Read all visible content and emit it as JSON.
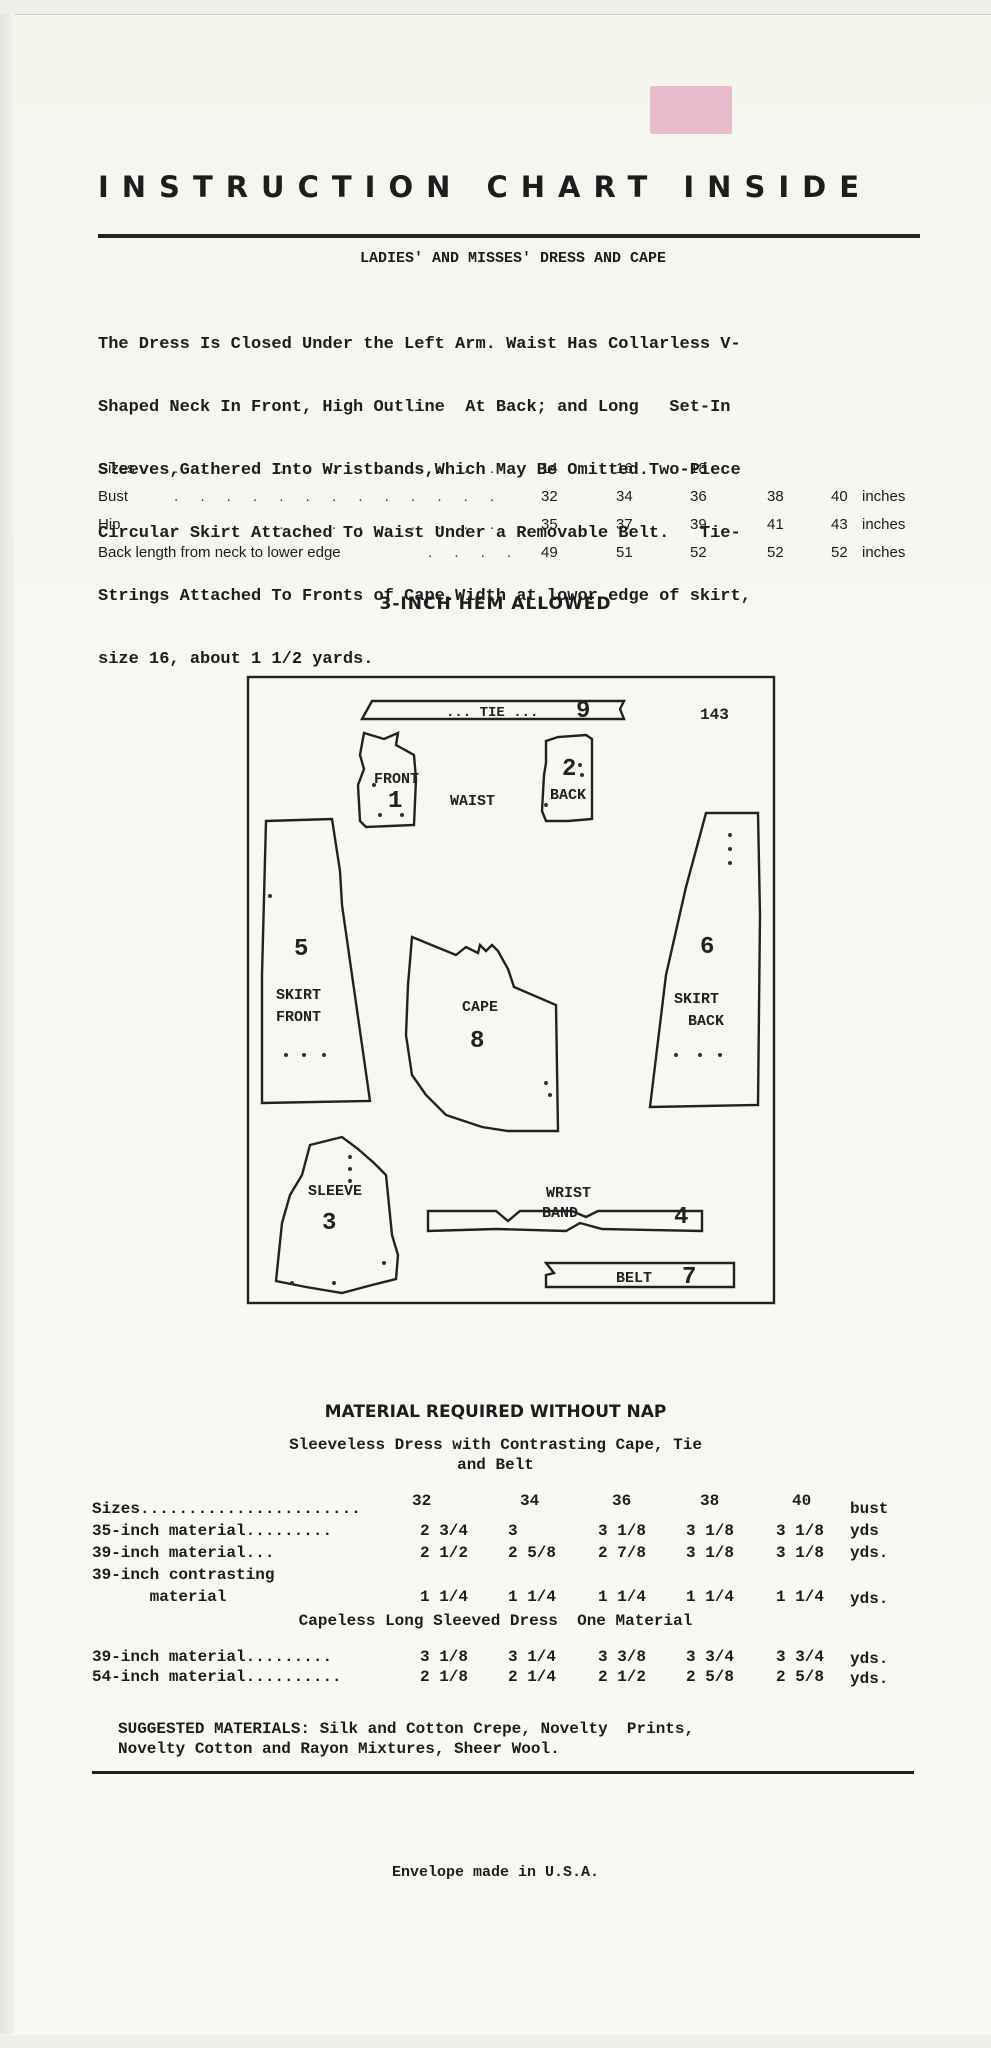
{
  "header": {
    "title": "INSTRUCTION CHART INSIDE",
    "subtitle": "LADIES' AND MISSES' DRESS AND CAPE"
  },
  "description": [
    "The Dress Is Closed Under the Left Arm. Waist Has Collarless V-",
    "Shaped Neck In Front, High Outline  At Back; and Long   Set-In",
    "Sleeves,Gathered Into Wristbands,Which May Be Omitted.Two-Piece",
    "Circular Skirt Attached To Waist Under a Removable Belt.   Tie-",
    "Strings Attached To Fronts of Cape.Width at lowor edge of skirt,",
    "size 16, about 1 1/2 yards."
  ],
  "size_table": {
    "rows": [
      {
        "label": "Sizes",
        "values": [
          "14",
          "16",
          "18",
          "",
          ""
        ],
        "unit": ""
      },
      {
        "label": "Bust",
        "values": [
          "32",
          "34",
          "36",
          "38",
          "40"
        ],
        "unit": "inches"
      },
      {
        "label": "Hip",
        "values": [
          "35",
          "37",
          "39",
          "41",
          "43"
        ],
        "unit": "inches"
      },
      {
        "label": "Back length from neck to lower edge",
        "values": [
          "49",
          "51",
          "52",
          "52",
          "52"
        ],
        "unit": "inches"
      }
    ]
  },
  "hem_note": "3-INCH HEM ALLOWED",
  "pattern": {
    "number": "143",
    "pieces": {
      "tie": "... TIE ...",
      "tie_num": "9",
      "front": "FRONT",
      "front_num": "1",
      "waist": "WAIST",
      "back_num": "2",
      "back": "BACK",
      "skirt_front_num": "5",
      "skirt_front_1": "SKIRT",
      "skirt_front_2": "FRONT",
      "cape": "CAPE",
      "cape_num": "8",
      "skirt_back_num": "6",
      "skirt_back_1": "SKIRT",
      "skirt_back_2": "BACK",
      "sleeve": "SLEEVE",
      "sleeve_num": "3",
      "wrist_1": "WRIST",
      "wrist_2": "BAND",
      "wrist_num": "4",
      "belt": "BELT",
      "belt_num": "7"
    }
  },
  "materials": {
    "heading": "MATERIAL REQUIRED WITHOUT NAP",
    "section1_title_1": "Sleeveless Dress with Contrasting Cape, Tie",
    "section1_title_2": "and Belt",
    "sizes_label": "Sizes.......................",
    "sizes": [
      "32",
      "34",
      "36",
      "38",
      "40"
    ],
    "sizes_unit": "bust",
    "rows1": [
      {
        "label": "35-inch material.........",
        "values": [
          "2 3/4",
          "3",
          "3 1/8",
          "3 1/8",
          "3 1/8"
        ],
        "unit": "yds"
      },
      {
        "label": "39-inch material...",
        "values": [
          "2 1/2",
          "2 5/8",
          "2 7/8",
          "3 1/8",
          "3 1/8"
        ],
        "unit": "yds."
      },
      {
        "label": "39-inch contrasting",
        "values": [
          "",
          "",
          "",
          "",
          ""
        ],
        "unit": ""
      },
      {
        "label": "      material",
        "values": [
          "1 1/4",
          "1 1/4",
          "1 1/4",
          "1 1/4",
          "1 1/4"
        ],
        "unit": "yds."
      }
    ],
    "section2_title": "Capeless Long Sleeved Dress  One Material",
    "rows2": [
      {
        "label": "39-inch material.........",
        "values": [
          "3 1/8",
          "3 1/4",
          "3 3/8",
          "3 3/4",
          "3 3/4"
        ],
        "unit": "yds."
      },
      {
        "label": "54-inch material..........",
        "values": [
          "2 1/8",
          "2 1/4",
          "2 1/2",
          "2 5/8",
          "2 5/8"
        ],
        "unit": "yds."
      }
    ],
    "suggested_1": "SUGGESTED MATERIALS: Silk and Cotton Crepe, Novelty  Prints,",
    "suggested_2": "Novelty Cotton and Rayon Mixtures, Sheer Wool."
  },
  "footer": "Envelope made in U.S.A."
}
